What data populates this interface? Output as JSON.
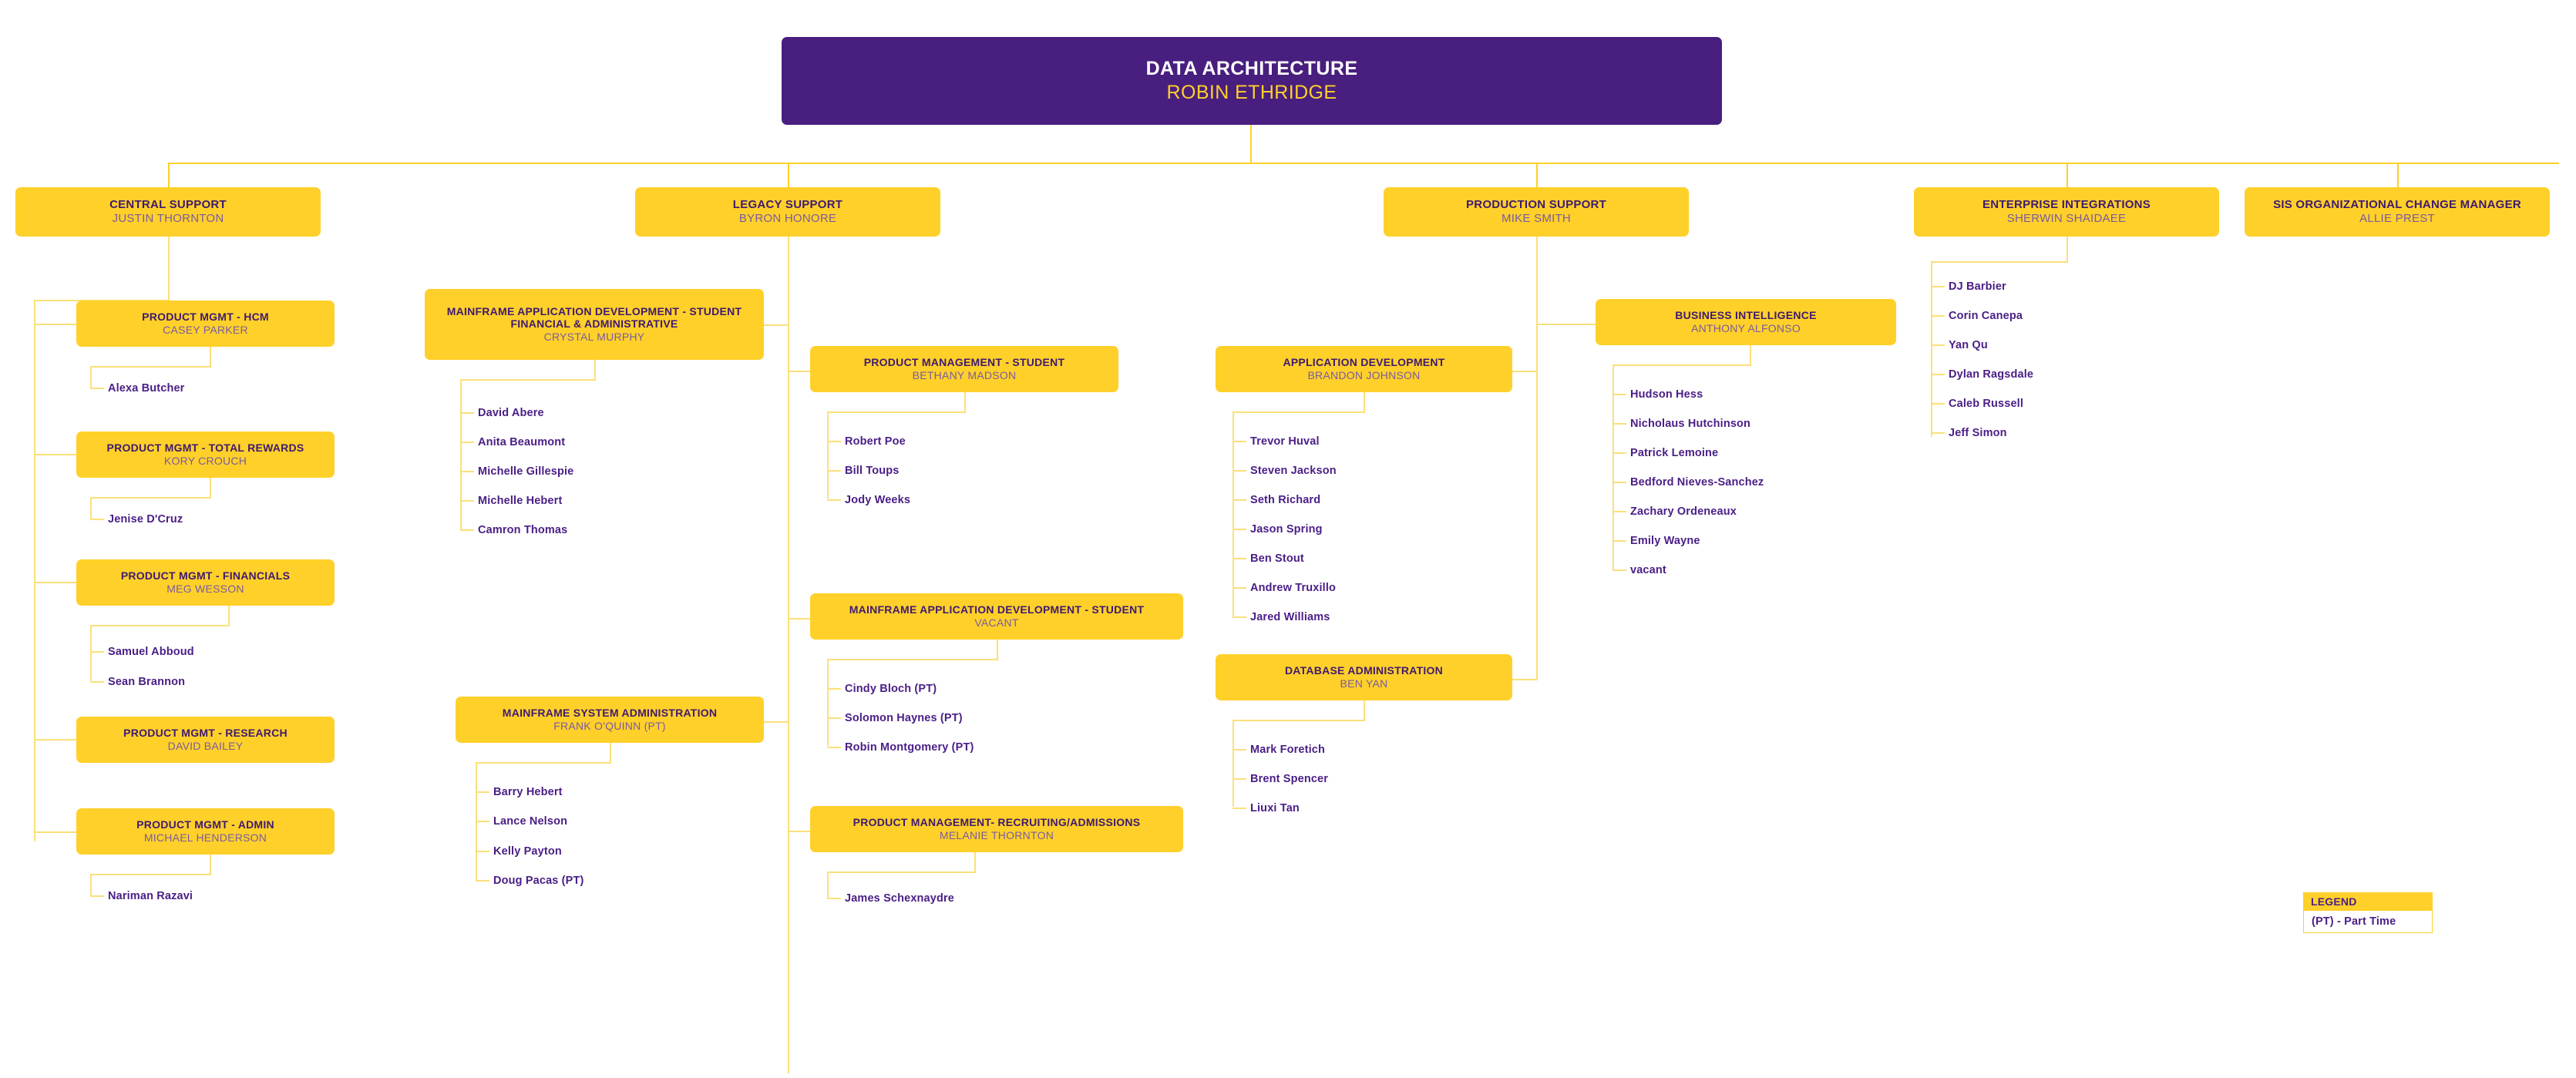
{
  "colors": {
    "root_bg": "#481E7F",
    "root_title": "#FFFFFF",
    "root_sub": "#FFD02A",
    "node_bg": "#FFD02A",
    "node_title": "#3F1A6E",
    "node_sub": "#7A5BA0",
    "leaf_text": "#4A1E86",
    "connector": "#FFD02A",
    "connector_pale": "#FBE07A",
    "page_bg": "#FFFFFF"
  },
  "chart_data": {
    "type": "org-chart",
    "title": "DATA ARCHITECTURE",
    "root": {
      "title": "DATA ARCHITECTURE",
      "name": "ROBIN ETHRIDGE"
    },
    "divisions": [
      {
        "title": "CENTRAL SUPPORT",
        "name": "JUSTIN THORNTON",
        "teams": [
          {
            "title": "PRODUCT MGMT - HCM",
            "name": "CASEY PARKER",
            "members": [
              "Alexa Butcher"
            ]
          },
          {
            "title": "PRODUCT MGMT - TOTAL REWARDS",
            "name": "KORY CROUCH",
            "members": [
              "Jenise D'Cruz"
            ]
          },
          {
            "title": "PRODUCT MGMT - FINANCIALS",
            "name": "MEG WESSON",
            "members": [
              "Samuel Abboud",
              "Sean Brannon"
            ]
          },
          {
            "title": "PRODUCT MGMT - RESEARCH",
            "name": "DAVID BAILEY",
            "members": []
          },
          {
            "title": "PRODUCT MGMT - ADMIN",
            "name": "MICHAEL HENDERSON",
            "members": [
              "Nariman Razavi"
            ]
          }
        ]
      },
      {
        "title": "LEGACY SUPPORT",
        "name": "BYRON HONORE",
        "teams": [
          {
            "title": "MAINFRAME APPLICATION  DEVELOPMENT - STUDENT FINANCIAL & ADMINISTRATIVE",
            "name": "CRYSTAL MURPHY",
            "members": [
              "David Abere",
              "Anita Beaumont",
              "Michelle Gillespie",
              "Michelle Hebert",
              "Camron Thomas"
            ]
          },
          {
            "title": "MAINFRAME SYSTEM ADMINISTRATION",
            "name": "FRANK O'QUINN (PT)",
            "members": [
              "Barry Hebert",
              "Lance Nelson",
              "Kelly Payton",
              "Doug Pacas (PT)"
            ]
          },
          {
            "title": "PRODUCT MANAGEMENT - STUDENT",
            "name": "BETHANY MADSON",
            "members": [
              "Robert Poe",
              "Bill Toups",
              "Jody Weeks"
            ]
          },
          {
            "title": "MAINFRAME APPLICATION DEVELOPMENT - STUDENT",
            "name": "VACANT",
            "members": [
              "Cindy Bloch (PT)",
              "Solomon Haynes (PT)",
              "Robin Montgomery (PT)"
            ]
          },
          {
            "title": "PRODUCT MANAGEMENT- RECRUITING/ADMISSIONS",
            "name": "MELANIE THORNTON",
            "members": [
              "James Schexnaydre"
            ]
          }
        ]
      },
      {
        "title": "PRODUCTION SUPPORT",
        "name": "MIKE SMITH",
        "teams": [
          {
            "title": "APPLICATION DEVELOPMENT",
            "name": "BRANDON JOHNSON",
            "members": [
              "Trevor Huval",
              "Steven Jackson",
              "Seth Richard",
              "Jason Spring",
              "Ben Stout",
              "Andrew Truxillo",
              "Jared Williams"
            ]
          },
          {
            "title": "DATABASE ADMINISTRATION",
            "name": "BEN YAN",
            "members": [
              "Mark Foretich",
              "Brent Spencer",
              "Liuxi Tan"
            ]
          },
          {
            "title": "BUSINESS INTELLIGENCE",
            "name": "ANTHONY ALFONSO",
            "members": [
              "Hudson Hess",
              "Nicholaus Hutchinson",
              "Patrick Lemoine",
              "Bedford Nieves-Sanchez",
              "Zachary Ordeneaux",
              "Emily Wayne",
              "vacant"
            ]
          }
        ]
      },
      {
        "title": "ENTERPRISE INTEGRATIONS",
        "name": "SHERWIN SHAIDAEE",
        "teams": [],
        "members": [
          "DJ Barbier",
          "Corin Canepa",
          "Yan Qu",
          "Dylan Ragsdale",
          "Caleb Russell",
          "Jeff Simon"
        ]
      },
      {
        "title": "SIS ORGANIZATIONAL CHANGE MANAGER",
        "name": "ALLIE PREST",
        "teams": [],
        "members": []
      }
    ],
    "legend": {
      "header": "LEGEND",
      "entries": [
        "(PT) - Part Time"
      ]
    }
  },
  "root": {
    "title": "DATA ARCHITECTURE",
    "sub": "ROBIN ETHRIDGE"
  },
  "div_central": {
    "title": "CENTRAL SUPPORT",
    "sub": "JUSTIN THORNTON"
  },
  "div_legacy": {
    "title": "LEGACY SUPPORT",
    "sub": "BYRON HONORE"
  },
  "div_prod": {
    "title": "PRODUCTION SUPPORT",
    "sub": "MIKE SMITH"
  },
  "div_ent": {
    "title": "ENTERPRISE INTEGRATIONS",
    "sub": "SHERWIN SHAIDAEE"
  },
  "div_sis": {
    "title": "SIS ORGANIZATIONAL CHANGE MANAGER",
    "sub": "ALLIE PREST"
  },
  "n_hcm": {
    "title": "PRODUCT MGMT - HCM",
    "sub": "CASEY PARKER"
  },
  "n_rewards": {
    "title": "PRODUCT MGMT - TOTAL REWARDS",
    "sub": "KORY CROUCH"
  },
  "n_fin": {
    "title": "PRODUCT MGMT - FINANCIALS",
    "sub": "MEG WESSON"
  },
  "n_res": {
    "title": "PRODUCT MGMT - RESEARCH",
    "sub": "DAVID BAILEY"
  },
  "n_admin": {
    "title": "PRODUCT MGMT - ADMIN",
    "sub": "MICHAEL HENDERSON"
  },
  "n_mfsfa": {
    "title": "MAINFRAME APPLICATION  DEVELOPMENT - STUDENT FINANCIAL & ADMINISTRATIVE",
    "sub": "CRYSTAL MURPHY"
  },
  "n_mfsys": {
    "title": "MAINFRAME SYSTEM ADMINISTRATION",
    "sub": "FRANK O'QUINN (PT)"
  },
  "n_pmstudent": {
    "title": "PRODUCT MANAGEMENT - STUDENT",
    "sub": "BETHANY MADSON"
  },
  "n_mfstudent": {
    "title": "MAINFRAME APPLICATION DEVELOPMENT - STUDENT",
    "sub": "VACANT"
  },
  "n_pmrecruit": {
    "title": "PRODUCT MANAGEMENT- RECRUITING/ADMISSIONS",
    "sub": "MELANIE THORNTON"
  },
  "n_appdev": {
    "title": "APPLICATION DEVELOPMENT",
    "sub": "BRANDON JOHNSON"
  },
  "n_dba": {
    "title": "DATABASE ADMINISTRATION",
    "sub": "BEN YAN"
  },
  "n_bi": {
    "title": "BUSINESS INTELLIGENCE",
    "sub": "ANTHONY ALFONSO"
  },
  "people": {
    "alexa_butcher": "Alexa Butcher",
    "jenise_dcruz": "Jenise D'Cruz",
    "samuel_abboud": "Samuel Abboud",
    "sean_brannon": "Sean Brannon",
    "nariman_razavi": "Nariman Razavi",
    "david_abere": "David Abere",
    "anita_beaumont": "Anita Beaumont",
    "michelle_gillespie": "Michelle Gillespie",
    "michelle_hebert": "Michelle Hebert",
    "camron_thomas": "Camron Thomas",
    "barry_hebert": "Barry Hebert",
    "lance_nelson": "Lance Nelson",
    "kelly_payton": "Kelly Payton",
    "doug_pacas": "Doug Pacas (PT)",
    "robert_poe": "Robert Poe",
    "bill_toups": "Bill Toups",
    "jody_weeks": "Jody Weeks",
    "cindy_bloch": "Cindy Bloch (PT)",
    "solomon_haynes": "Solomon Haynes (PT)",
    "robin_montgomery": "Robin Montgomery (PT)",
    "james_schexnaydre": "James Schexnaydre",
    "trevor_huval": "Trevor Huval",
    "steven_jackson": "Steven Jackson",
    "seth_richard": "Seth Richard",
    "jason_spring": "Jason Spring",
    "ben_stout": "Ben Stout",
    "andrew_truxillo": "Andrew Truxillo",
    "jared_williams": "Jared Williams",
    "mark_foretich": "Mark Foretich",
    "brent_spencer": "Brent Spencer",
    "liuxi_tan": "Liuxi Tan",
    "hudson_hess": "Hudson Hess",
    "nicholaus_hutchinson": "Nicholaus Hutchinson",
    "patrick_lemoine": "Patrick Lemoine",
    "bedford_nieves_sanchez": "Bedford Nieves-Sanchez",
    "zachary_ordeneaux": "Zachary Ordeneaux",
    "emily_wayne": "Emily Wayne",
    "bi_vacant": "vacant",
    "dj_barbier": "DJ Barbier",
    "corin_canepa": "Corin Canepa",
    "yan_qu": "Yan Qu",
    "dylan_ragsdale": "Dylan Ragsdale",
    "caleb_russell": "Caleb Russell",
    "jeff_simon": "Jeff Simon"
  },
  "legend": {
    "header": "LEGEND",
    "entry1": "(PT) - Part Time"
  }
}
